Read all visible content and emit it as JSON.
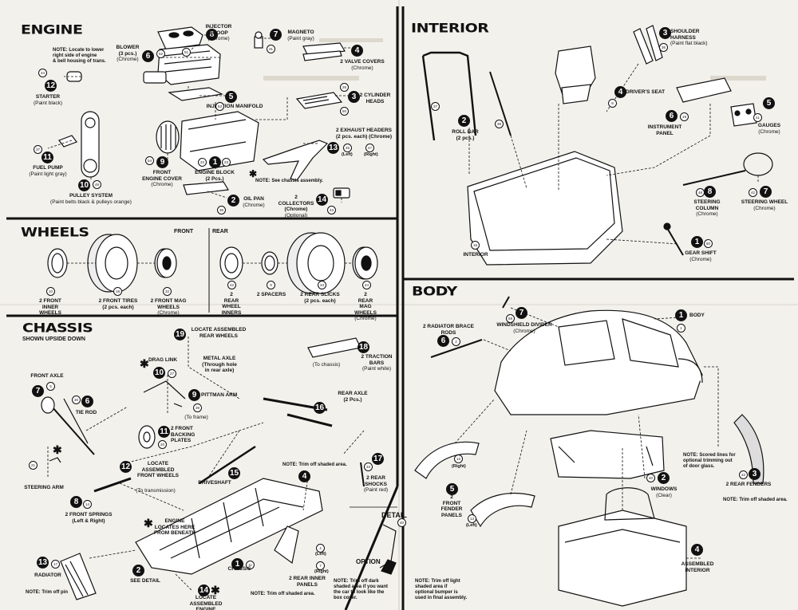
{
  "sections": {
    "engine": "ENGINE",
    "interior": "INTERIOR",
    "wheels": "WHEELS",
    "wheels_front": "FRONT",
    "wheels_rear": "REAR",
    "chassis": "CHASSIS",
    "chassis_sub": "SHOWN UPSIDE DOWN",
    "body": "BODY",
    "detail": "DETAIL",
    "option": "OPTION"
  },
  "engine_labels": [
    {
      "id": "injector",
      "step": "8",
      "text": "INJECTOR\nSCOOP",
      "sub": "(Chrome)",
      "part": "51"
    },
    {
      "id": "magneto",
      "step": "7",
      "text": "MAGNETO",
      "sub": "(Paint gray)",
      "part": "31"
    },
    {
      "id": "blower",
      "step": "6",
      "text": "BLOWER\n(3 pcs.)",
      "sub": "(Chrome)",
      "part": "52"
    },
    {
      "id": "valve-covers",
      "step": "4",
      "text": "2 VALVE COVERS",
      "sub": "(Chrome)",
      "part": "26"
    },
    {
      "id": "starter",
      "step": "12",
      "text": "STARTER",
      "sub": "(Paint black)",
      "part": "44"
    },
    {
      "id": "injection-manifold",
      "step": "5",
      "text": "INJECTION MANIFOLD",
      "sub": "",
      "part": "53"
    },
    {
      "id": "cylinder-heads",
      "step": "3",
      "text": "2 CYLINDER\nHEADS",
      "sub": "",
      "part": "50"
    },
    {
      "id": "fuel-pump",
      "step": "11",
      "text": "FUEL PUMP",
      "sub": "(Paint light gray)",
      "part": "37"
    },
    {
      "id": "exhaust-headers",
      "step": "13",
      "text": "2 EXHAUST HEADERS\n(2 pcs. each) (Chrome)",
      "sub": "",
      "part": "46"
    },
    {
      "id": "front-engine-cover",
      "step": "9",
      "text": "FRONT\nENGINE COVER",
      "sub": "(Chrome)",
      "part": "54"
    },
    {
      "id": "engine-block",
      "step": "1",
      "text": "ENGINE BLOCK\n(2 Pcs.)",
      "sub": "",
      "part": "22"
    },
    {
      "id": "pulley-system",
      "step": "10",
      "text": "PULLEY SYSTEM",
      "sub": "(Paint belts black & pulleys orange)",
      "part": "49"
    },
    {
      "id": "oil-pan",
      "step": "2",
      "text": "OIL PAN",
      "sub": "(Chrome)",
      "part": "35"
    },
    {
      "id": "collectors",
      "step": "14",
      "text": "2 COLLECTORS\n(Chrome)",
      "sub": "(Optional)",
      "part": "43"
    }
  ],
  "engine_notes": {
    "starter_note": "NOTE: Locate to lower\nright side of engine\n& bell housing of trans.",
    "chassis_note": "NOTE: See chassis assembly.",
    "left": "(Left)",
    "right": "(Right)",
    "part_45": "45",
    "part_47": "47",
    "part_23": "23"
  },
  "wheels_labels": [
    {
      "id": "front-inner-wheels",
      "text": "2 FRONT\nINNER WHEELS",
      "sub": "",
      "part": "10"
    },
    {
      "id": "front-tires",
      "text": "2 FRONT TIRES\n(2 pcs. each)",
      "sub": "",
      "part": "18"
    },
    {
      "id": "front-mag-wheels",
      "text": "2 FRONT MAG WHEELS",
      "sub": "(Chrome)",
      "part": "32"
    },
    {
      "id": "rear-wheel-inners",
      "text": "2\nREAR\nWHEEL INNERS",
      "sub": "",
      "part": "42"
    },
    {
      "id": "spacers",
      "text": "2 SPACERS",
      "sub": "",
      "part": "9"
    },
    {
      "id": "rear-slicks",
      "text": "2 REAR SLICKS\n(2 pcs. each)",
      "sub": "",
      "part": "34"
    },
    {
      "id": "rear-mag-wheels",
      "text": "2\nREAR\nMAG WHEELS",
      "sub": "(Chrome)",
      "part": "44"
    }
  ],
  "interior_labels": [
    {
      "id": "shoulder-harness",
      "step": "3",
      "text": "SHOULDER HARNESS",
      "sub": "(Paint flat black)",
      "part": "36"
    },
    {
      "id": "drivers-seat",
      "step": "4",
      "text": "DRIVER'S SEAT",
      "sub": "",
      "part": "8"
    },
    {
      "id": "roll-bar",
      "step": "2",
      "text": "ROLL BAR\n(2 pcs.)",
      "sub": "",
      "part": "37"
    },
    {
      "id": "instrument-panel",
      "step": "6",
      "text": "INSTRUMENT\nPANEL",
      "sub": "",
      "part": "19"
    },
    {
      "id": "gauges",
      "step": "5",
      "text": "GAUGES",
      "sub": "(Chrome)",
      "part": "41"
    },
    {
      "id": "steering-column",
      "step": "8",
      "text": "STEERING COLUMN",
      "sub": "(Chrome)",
      "part": "48"
    },
    {
      "id": "steering-wheel",
      "step": "7",
      "text": "STEERING WHEEL",
      "sub": "(Chrome)",
      "part": "42"
    },
    {
      "id": "interior",
      "step": "",
      "text": "INTERIOR",
      "sub": "",
      "part": "15"
    },
    {
      "id": "gear-shift",
      "step": "1",
      "text": "GEAR SHIFT",
      "sub": "(Chrome)",
      "part": "60"
    }
  ],
  "interior_extra": {
    "part_38": "38"
  },
  "chassis_labels": [
    {
      "id": "locate-rear-wheels",
      "step": "19",
      "text": "LOCATE ASSEMBLED\nREAR WHEELS",
      "sub": ""
    },
    {
      "id": "drag-link",
      "step": "10",
      "text": "DRAG LINK",
      "sub": "",
      "part": "27"
    },
    {
      "id": "metal-axle",
      "step": "",
      "text": "METAL AXLE\n(Through hole\nin rear axle)",
      "sub": ""
    },
    {
      "id": "traction-bars",
      "step": "18",
      "text": "2 TRACTION\nBARS",
      "sub": "(Paint white)"
    },
    {
      "id": "to-chassis",
      "step": "",
      "text": "(To chassis)",
      "sub": ""
    },
    {
      "id": "front-axle",
      "step": "7",
      "text": "FRONT AXLE",
      "sub": "",
      "part": "5"
    },
    {
      "id": "pittman-arm",
      "step": "9",
      "text": "PITTMAN ARM",
      "sub": "",
      "part": "39"
    },
    {
      "id": "to-frame",
      "step": "",
      "text": "(To frame)",
      "sub": ""
    },
    {
      "id": "tie-rod",
      "step": "6",
      "text": "TIE ROD",
      "sub": "",
      "part": "30"
    },
    {
      "id": "rear-axle",
      "step": "16",
      "text": "REAR AXLE\n(2 Pcs.)",
      "sub": ""
    },
    {
      "id": "front-backing-plates",
      "step": "11",
      "text": "2 FRONT\nBACKING\nPLATES",
      "sub": "",
      "part": "20"
    },
    {
      "id": "locate-front-wheels",
      "step": "12",
      "text": "LOCATE ASSEMBLED\nFRONT WHEELS",
      "sub": ""
    },
    {
      "id": "rear-shocks",
      "step": "17",
      "text": "2 REAR SHOCKS",
      "sub": "(Paint red)"
    },
    {
      "id": "steering-arm",
      "step": "",
      "text": "STEERING ARM",
      "sub": "",
      "part": "21"
    },
    {
      "id": "to-transmission",
      "step": "",
      "text": "(To transmission)",
      "sub": ""
    },
    {
      "id": "driveshaft",
      "step": "15",
      "text": "DRIVESHAFT",
      "sub": ""
    },
    {
      "id": "front-springs",
      "step": "8",
      "text": "2 FRONT SPRINGS\n(Left & Right)",
      "sub": "",
      "part": "14"
    },
    {
      "id": "engine-locates",
      "step": "",
      "text": "ENGINE\nLOCATES HERE\nFROM BENEATH",
      "sub": ""
    },
    {
      "id": "rear-inner-panels",
      "step": "4",
      "text": "2 REAR INNER PANELS",
      "sub": ""
    },
    {
      "id": "radiator",
      "step": "13",
      "text": "RADIATOR",
      "sub": "",
      "part": "17"
    },
    {
      "id": "see-detail",
      "step": "2",
      "text": "SEE DETAIL",
      "sub": ""
    },
    {
      "id": "chassis",
      "step": "1",
      "text": "CHASSIS",
      "sub": "",
      "part": "11"
    },
    {
      "id": "locate-engine",
      "step": "14",
      "text": "LOCATE\nASSEMBLED ENGINE",
      "sub": ""
    }
  ],
  "chassis_notes": {
    "trim_shaded": "NOTE: Trim off shaded area.",
    "trim_off_pin": "NOTE: Trim off pin",
    "trim_shaded_2": "NOTE: Trim off shaded area.",
    "left": "(Left)",
    "right": "(Right)",
    "part_4": "4",
    "part_7": "7",
    "part_13": "13",
    "part_12": "12",
    "part_40": "40",
    "part_33": "33"
  },
  "body_labels": [
    {
      "id": "radiator-brace-rods",
      "step": "6",
      "text": "2 RADIATOR BRACE RODS",
      "sub": "",
      "part": "2"
    },
    {
      "id": "windshield-divider",
      "step": "7",
      "text": "WINDSHIELD DIVIDER",
      "sub": "(Chrome)",
      "part": "59"
    },
    {
      "id": "body",
      "step": "1",
      "text": "BODY",
      "sub": "",
      "part": "1"
    },
    {
      "id": "front-fender-panels",
      "step": "5",
      "text": "2\nFRONT\nFENDER PANELS",
      "sub": ""
    },
    {
      "id": "windows",
      "step": "2",
      "text": "WINDOWS",
      "sub": "(Clear)",
      "part": "40"
    },
    {
      "id": "rear-fenders",
      "step": "3",
      "text": "2 REAR FENDERS",
      "sub": "",
      "part": "22"
    },
    {
      "id": "assembled-interior",
      "step": "4",
      "text": "ASSEMBLED\nINTERIOR",
      "sub": ""
    }
  ],
  "body_notes": {
    "scored": "NOTE: Scored lines for\noptional trimming out\nof door glass.",
    "trim_shaded": "NOTE: Trim off shaded area.",
    "right": "(Right)",
    "left": "(Left)",
    "part_13a": "13",
    "part_13b": "13"
  },
  "detail_notes": {
    "left_note": "NOTE: Trim off dark\nshaded area if you want\nthe car to look like the\nbox cover.",
    "right_note": "NOTE: Trim off light\nshaded area if\noptional bumper is\nused in final assembly."
  },
  "colors": {
    "ink": "#111111",
    "paper": "#f3f1ec"
  }
}
